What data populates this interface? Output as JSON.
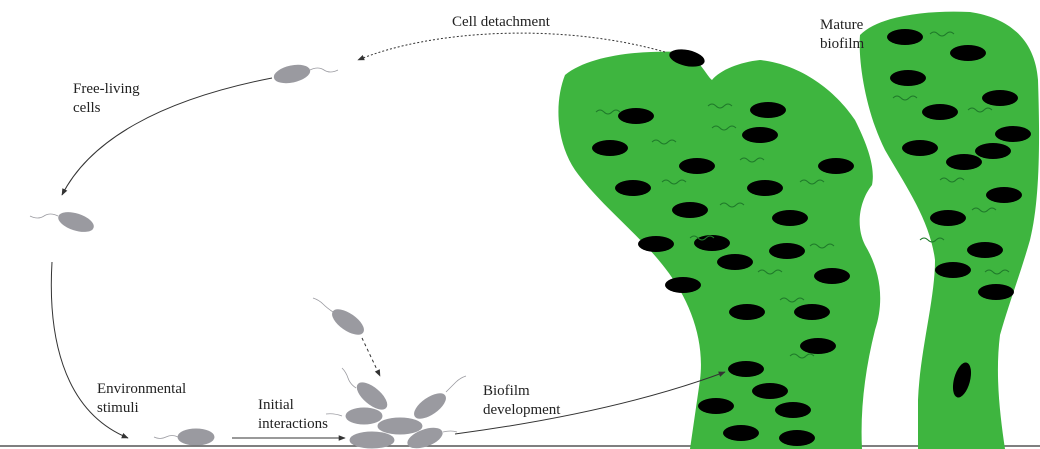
{
  "labels": {
    "cell_detachment": "Cell detachment",
    "mature_biofilm": "Mature\nbiofilm",
    "free_living_cells": "Free-living\ncells",
    "environmental_stimuli": "Environmental\nstimuli",
    "initial_interactions": "Initial\ninteractions",
    "biofilm_development": "Biofilm\ndevelopment"
  },
  "colors": {
    "biofilm_green": "#3eb53f",
    "cell_gray": "#9a9aa0",
    "embedded_cell": "#000000",
    "arrow": "#333333",
    "surface": "#555555"
  }
}
